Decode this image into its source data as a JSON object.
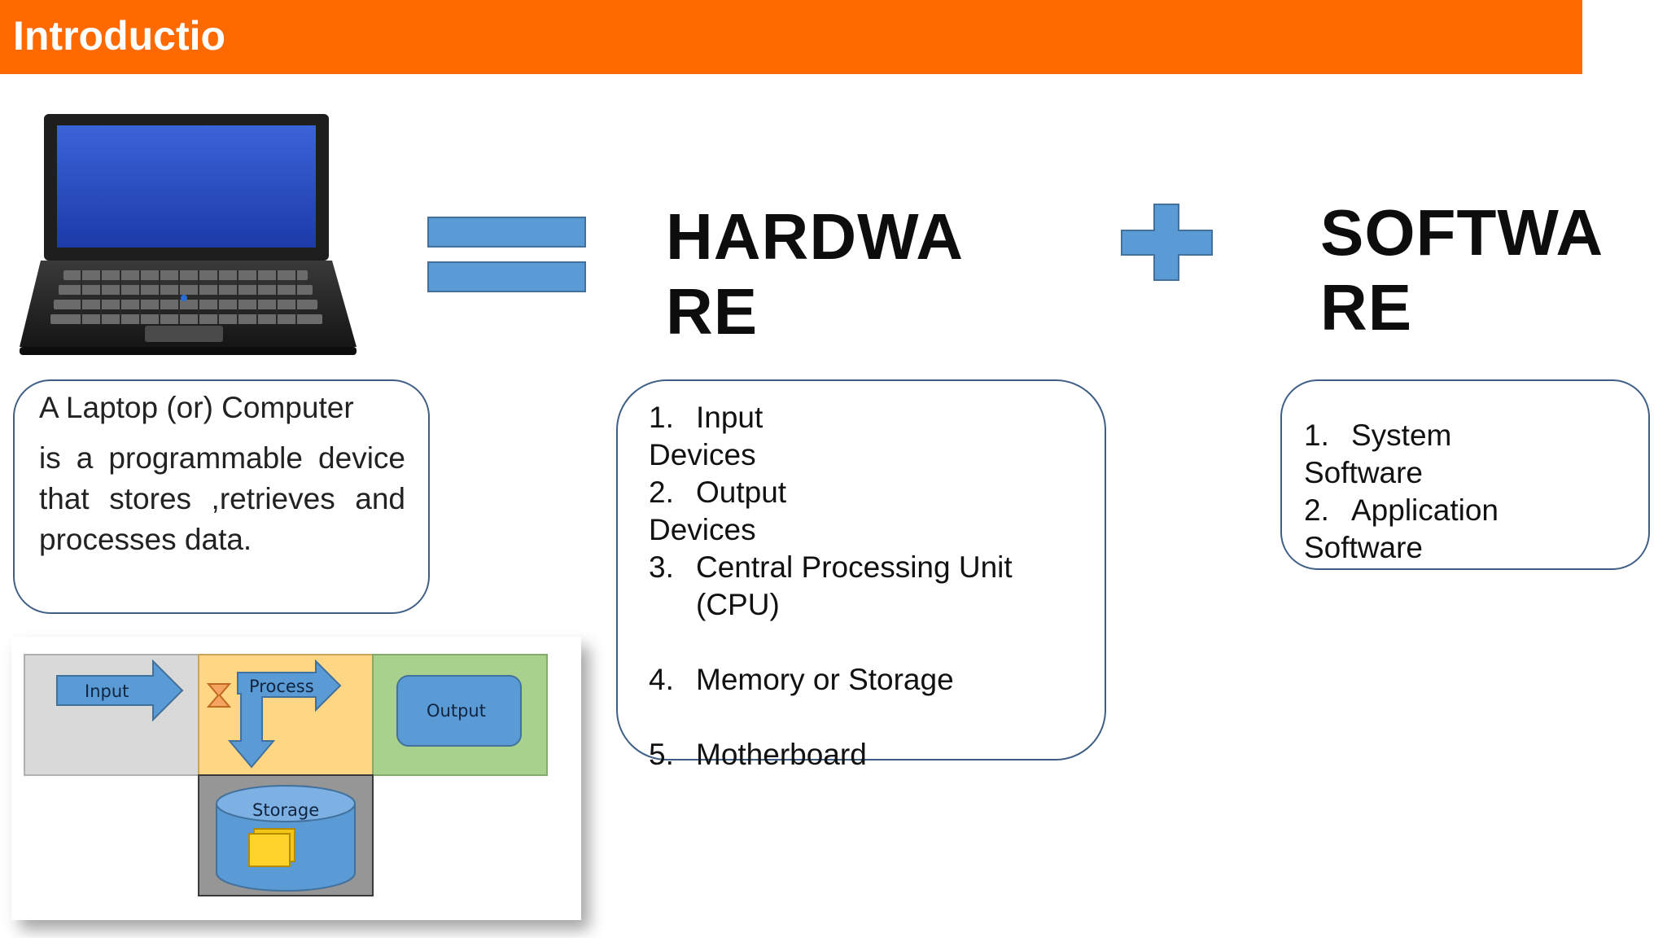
{
  "header": {
    "title": "Introductio"
  },
  "equation": {
    "hardware_word": "HARDWA\nRE",
    "software_word": "SOFTWA\nRE"
  },
  "definition": {
    "heading": "A Laptop (or) Computer",
    "body": "is a programmable device that stores ,retrieves and processes data."
  },
  "hardware_list": [
    {
      "num": "1.",
      "text": "Input",
      "cont": "Devices"
    },
    {
      "num": "2.",
      "text": "Output",
      "cont": "Devices"
    },
    {
      "num": "3.",
      "text": "Central Processing Unit",
      "cont": "(CPU)"
    },
    {
      "num": "4.",
      "text": "Memory or Storage"
    },
    {
      "num": "5.",
      "text": "Motherboard"
    }
  ],
  "software_list": [
    {
      "num": "1.",
      "text": "System",
      "cont": "Software"
    },
    {
      "num": "2.",
      "text": "Application",
      "cont": "Software"
    }
  ],
  "diagram": {
    "input_label": "Input",
    "process_label": "Process",
    "output_label": "Output",
    "storage_label": "Storage"
  },
  "colors": {
    "header": "#ff6a00",
    "accent_blue": "#5b9bd5",
    "box_border": "#3f5f86"
  }
}
